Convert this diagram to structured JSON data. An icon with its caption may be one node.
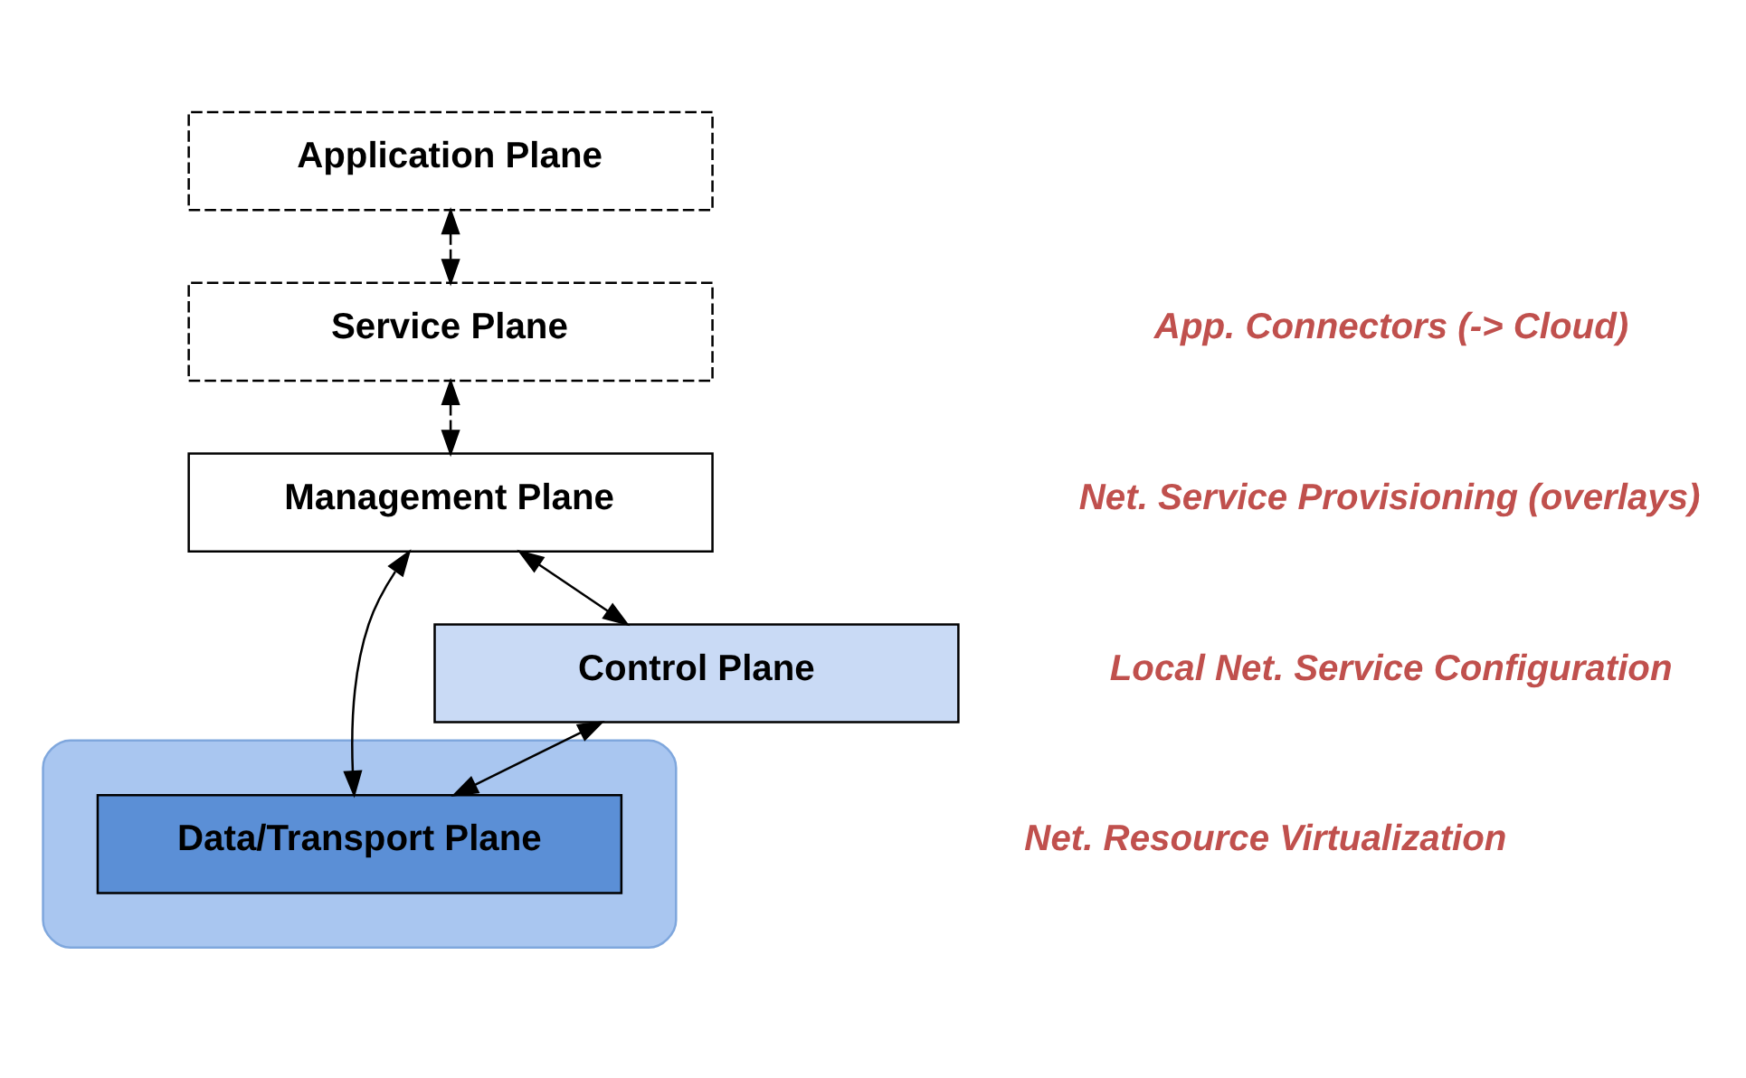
{
  "diagram": {
    "nodes": [
      {
        "text": [
          "Application Plane"
        ]
      },
      {
        "text": [
          "Service Plane"
        ]
      },
      {
        "text": [
          "Management Plane"
        ]
      },
      {
        "text": [
          "Control Plane"
        ]
      },
      {
        "text": [],
        "shape": "cylinder"
      },
      {
        "text": [
          "Data/Transport Plane"
        ],
        "in": 4
      }
    ],
    "edges": [
      {
        "from": 0,
        "to": 1,
        "arrow": "both",
        "style": "dashed"
      },
      {
        "from": 1,
        "to": 2,
        "arrow": "both",
        "style": "dashed"
      },
      {
        "from": 2,
        "to": 3,
        "arrow": "both"
      },
      {
        "from": 2,
        "to": 5,
        "arrow": "both"
      },
      {
        "from": 3,
        "to": 5,
        "arrow": "both"
      }
    ],
    "labels": [
      "App. Connectors (-> Cloud)",
      "Net. Service Provisioning (overlays)",
      "Local Net. Service Configuration",
      "Net. Resource Virtualization"
    ]
  }
}
